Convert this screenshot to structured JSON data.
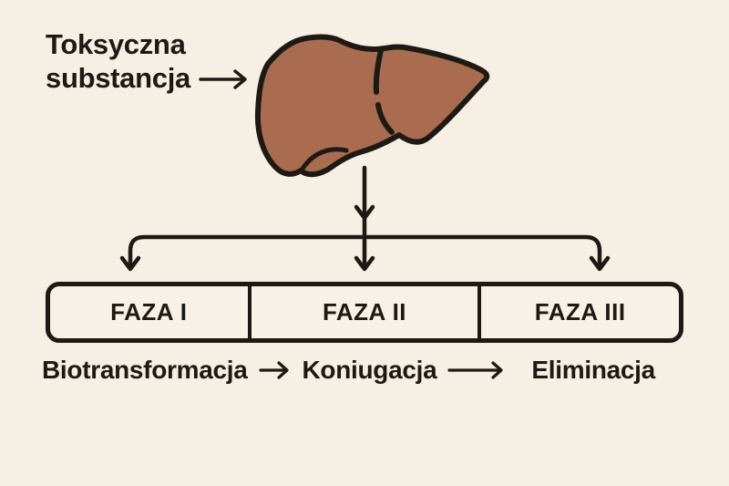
{
  "colors": {
    "background": "#f5efe4",
    "ink": "#1d1a16",
    "liver_fill": "#a96c4e",
    "box_fill": "#f7f1e7"
  },
  "diagram": {
    "toxic_substance_label": "Toksyczna substancja",
    "phases": [
      {
        "label": "FAZA I"
      },
      {
        "label": "FAZA II"
      },
      {
        "label": "FAZA III"
      }
    ],
    "processes": [
      {
        "label": "Biotransformacja"
      },
      {
        "label": "Koniugacja"
      },
      {
        "label": "Eliminacja"
      }
    ],
    "icons": {
      "liver": "liver-illustration",
      "label_to_liver": "arrow-right-icon",
      "liver_to_branch": "arrow-down-icon",
      "branch": "branch-arrows-icon",
      "process_short": "arrow-right-icon",
      "process_long": "arrow-right-long-icon"
    }
  }
}
